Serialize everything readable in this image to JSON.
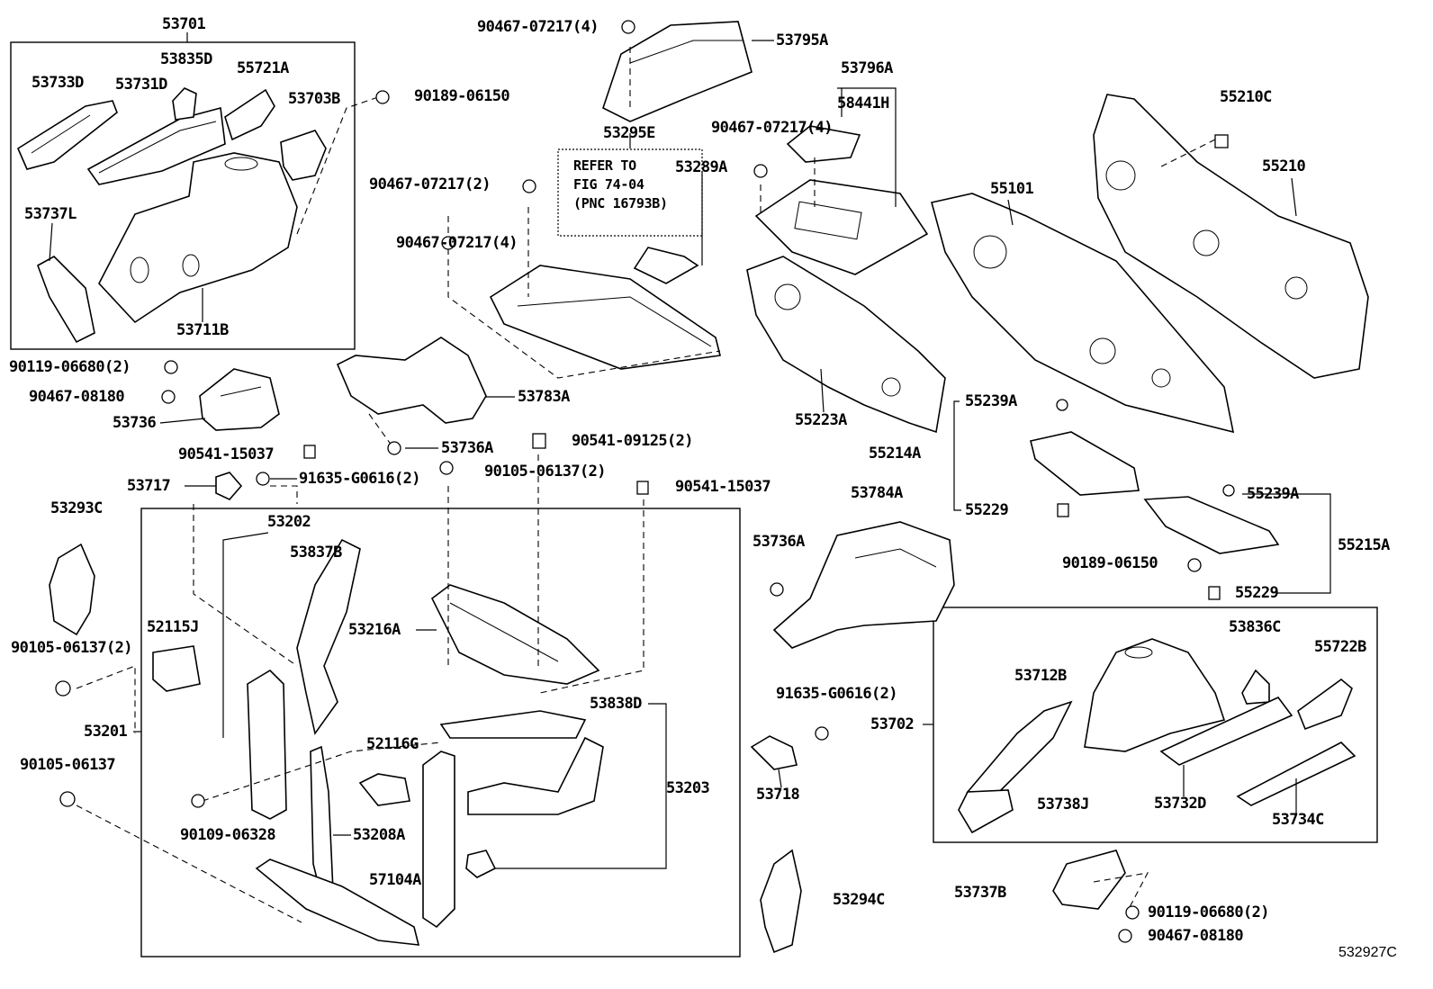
{
  "labels": [
    "53701",
    "53835D",
    "55721A",
    "53733D",
    "53731D",
    "53703B",
    "90189-06150",
    "53737L",
    "53711B",
    "90467-07217(4)",
    "53795A",
    "53796A",
    "58441H",
    "90467-07217(4)",
    "53295E",
    "REFER TO",
    "FIG 74-04",
    "(PNC 16793B)",
    "53289A",
    "90467-07217(2)",
    "90467-07217(4)",
    "55210C",
    "55210",
    "55101",
    "90119-06680(2)",
    "90467-08180",
    "53736",
    "53783A",
    "55223A",
    "55239A",
    "55214A",
    "55229",
    "90541-15037",
    "53736A",
    "90541-09125(2)",
    "53717",
    "91635-G0616(2)",
    "90105-06137(2)",
    "90541-15037",
    "53784A",
    "55239A",
    "53293C",
    "53202",
    "53837B",
    "53736A",
    "55215A",
    "90189-06150",
    "55229",
    "52115J",
    "53216A",
    "53836C",
    "55722B",
    "90105-06137(2)",
    "53712B",
    "91635-G0616(2)",
    "53838D",
    "53702",
    "53201",
    "90105-06137",
    "52116G",
    "53203",
    "53718",
    "53738J",
    "53732D",
    "53734C",
    "90109-06328",
    "53208A",
    "57104A",
    "53737B",
    "53294C",
    "90119-06680(2)",
    "90467-08180"
  ],
  "illustration_code": "532927C"
}
